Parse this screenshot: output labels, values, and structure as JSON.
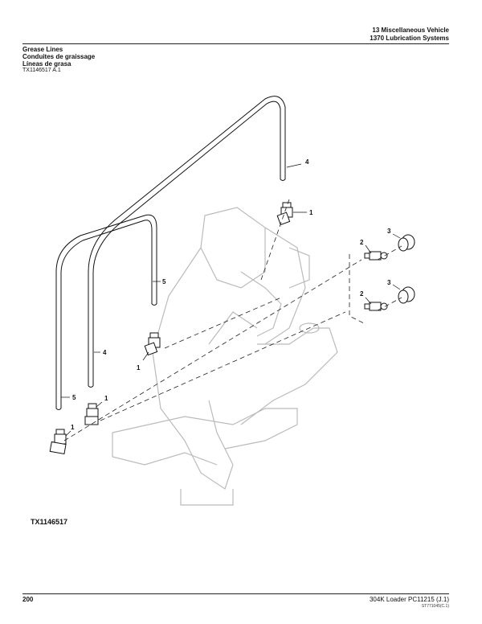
{
  "header": {
    "section_line": "13  Miscellaneous Vehicle",
    "group_line": "1370  Lubrication Systems"
  },
  "titles": {
    "english": "Grease Lines",
    "french": "Conduites de graissage",
    "spanish": "Líneas de grasa"
  },
  "figure_ref": "TX1146517 A.1",
  "callouts": {
    "fitting": "1",
    "grease_zerk": "2",
    "cap": "3",
    "line_long": "4",
    "line_short": "5"
  },
  "figure_label": "TX1146517",
  "footer": {
    "page_number": "200",
    "manual_info": "304K Loader    PC11215    (J.1)",
    "code": "ST771045(C.1)"
  }
}
